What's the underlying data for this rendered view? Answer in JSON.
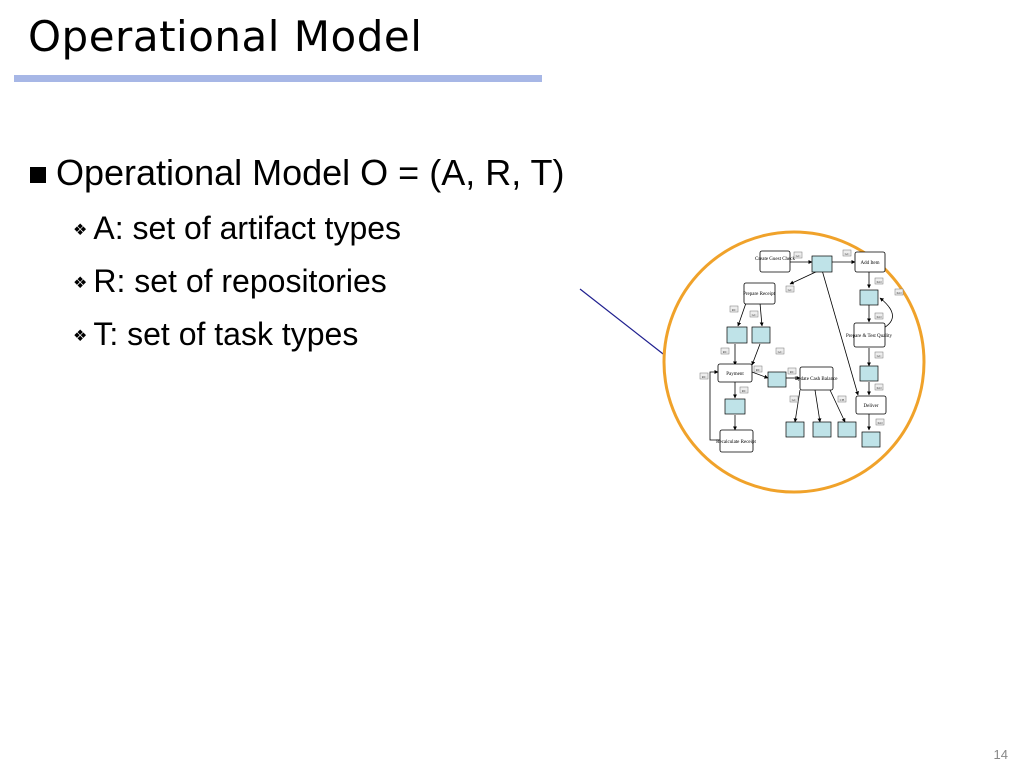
{
  "slide": {
    "title": "Operational Model",
    "main_bullet": "Operational Model O = (A, R, T)",
    "sub_bullets": [
      "A: set of artifact types",
      "R: set of repositories",
      "T: set of task types"
    ],
    "page_number": "14"
  },
  "colors": {
    "title_underline": "#a7b7e6",
    "circle_outline": "#f0a22a",
    "connector_line": "#1f1f8f",
    "repository_fill": "#bfe3e8"
  },
  "diagram": {
    "tasks": [
      "Create Guest Check",
      "Add Item",
      "Prepare Receipt",
      "Prepare & Test Quality",
      "Payment",
      "Update Cash Balance",
      "Deliver",
      "Recalculate Receipt"
    ],
    "edge_labels": [
      "GC",
      "GC",
      "GC",
      "GC",
      "KO",
      "KO",
      "RC",
      "GC",
      "KO",
      "RC",
      "GC",
      "RC",
      "RC",
      "RC",
      "GC",
      "CB",
      "KO",
      "RC",
      "KO"
    ]
  }
}
